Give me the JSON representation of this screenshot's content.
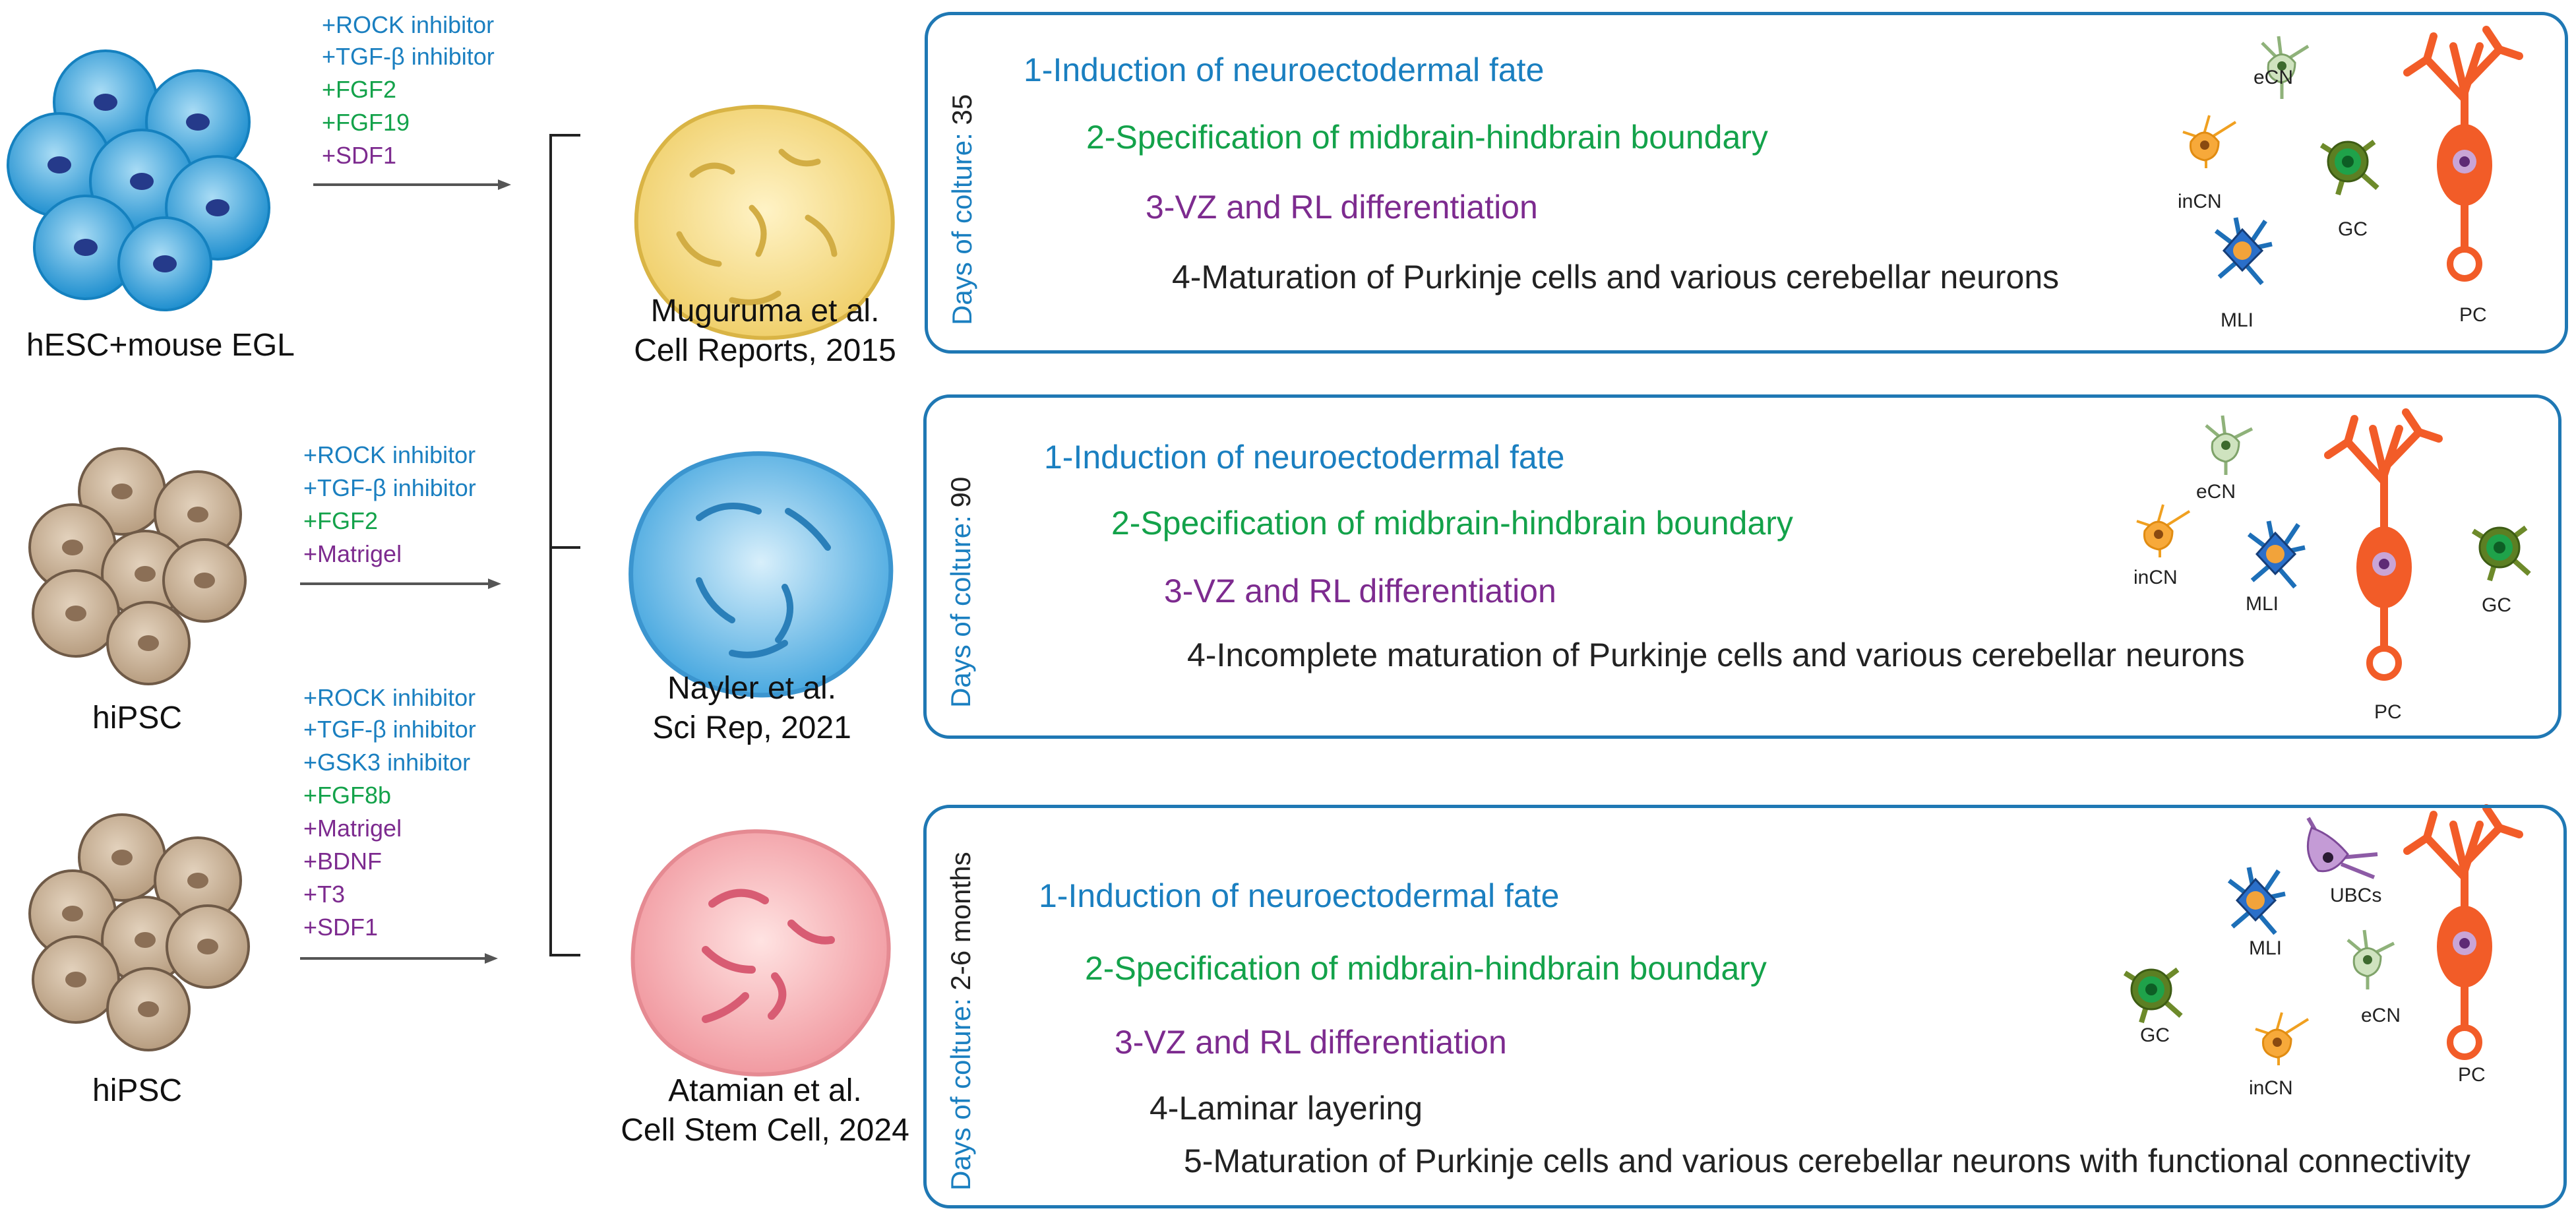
{
  "rows": [
    {
      "source": "hESC+mouse EGL",
      "factors": [
        {
          "text": "+ROCK inhibitor",
          "color": "blue"
        },
        {
          "text": "+TGF-β inhibitor",
          "color": "blue"
        },
        {
          "text": "+FGF2",
          "color": "green"
        },
        {
          "text": "+FGF19",
          "color": "green"
        },
        {
          "text": "+SDF1",
          "color": "purple"
        }
      ],
      "ref_line1": "Muguruma et al.",
      "ref_line2": "Cell Reports, 2015",
      "days_label": "Days of colture:",
      "days_value": "35",
      "steps": [
        "1-Induction of neuroectodermal fate",
        "2-Specification of midbrain-hindbrain boundary",
        "3-VZ and RL differentiation",
        "4-Maturation of Purkinje cells and various cerebellar neurons"
      ],
      "cells": [
        "eCN",
        "inCN",
        "GC",
        "MLI",
        "PC"
      ]
    },
    {
      "source": "hiPSC",
      "factors": [
        {
          "text": "+ROCK inhibitor",
          "color": "blue"
        },
        {
          "text": "+TGF-β inhibitor",
          "color": "blue"
        },
        {
          "text": "+FGF2",
          "color": "green"
        },
        {
          "text": "+Matrigel",
          "color": "purple"
        }
      ],
      "ref_line1": "Nayler et al.",
      "ref_line2": "Sci Rep, 2021",
      "days_label": "Days of colture:",
      "days_value": "90",
      "steps": [
        "1-Induction of neuroectodermal fate",
        "2-Specification of midbrain-hindbrain boundary",
        "3-VZ and RL differentiation",
        "4-Incomplete maturation of Purkinje cells and various cerebellar neurons"
      ],
      "cells": [
        "eCN",
        "inCN",
        "MLI",
        "GC",
        "PC"
      ]
    },
    {
      "source": "hiPSC",
      "factors": [
        {
          "text": "+ROCK inhibitor",
          "color": "blue"
        },
        {
          "text": "+TGF-β inhibitor",
          "color": "blue"
        },
        {
          "text": "+GSK3  inhibitor",
          "color": "blue"
        },
        {
          "text": "+FGF8b",
          "color": "green"
        },
        {
          "text": "+Matrigel",
          "color": "purple"
        },
        {
          "text": "+BDNF",
          "color": "purple"
        },
        {
          "text": "+T3",
          "color": "purple"
        },
        {
          "text": "+SDF1",
          "color": "purple"
        }
      ],
      "ref_line1": "Atamian et al.",
      "ref_line2": "Cell Stem Cell, 2024",
      "days_label": "Days of colture:",
      "days_value": "2-6 months",
      "steps": [
        "1-Induction of neuroectodermal fate",
        "2-Specification of midbrain-hindbrain boundary",
        "3-VZ and RL differentiation",
        "4-Laminar layering",
        "5-Maturation of Purkinje cells and various cerebellar neurons with functional connectivity"
      ],
      "cells": [
        "UBCs",
        "MLI",
        "eCN",
        "GC",
        "inCN",
        "PC"
      ]
    }
  ],
  "colors": {
    "blue": "#1a7fc0",
    "green": "#13a24a",
    "purple": "#7d2b8f",
    "panel_border": "#1f78b4",
    "hesc_cell": "#3aa7dc",
    "ipsc_cell": "#cdb69a",
    "organoid_yellow": "#f2d98a",
    "organoid_blue": "#7cc3ea",
    "organoid_pink": "#f4a9ad",
    "purkinje": "#f25c28"
  }
}
